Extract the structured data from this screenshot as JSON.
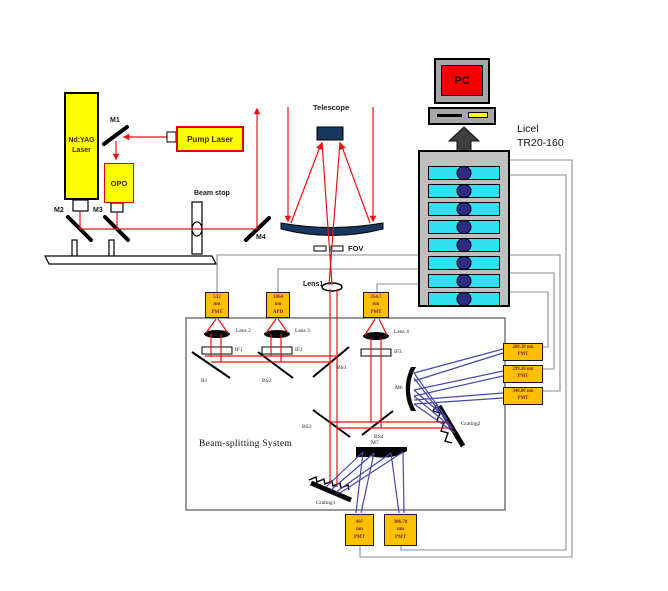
{
  "src": {
    "nd_yag": "Nd:YAG Laser",
    "pump": "Pump Laser",
    "opo": "OPO",
    "m1": "M1",
    "m2": "M2",
    "m3": "M3",
    "m4": "M4",
    "beam_stop": "Beam stop"
  },
  "rx": {
    "telescope": "Telescope",
    "fov": "FOV",
    "lens1": "Lens1"
  },
  "daq": {
    "pc": "PC",
    "licel_line1": "Licel",
    "licel_line2": "TR20-160",
    "module_count": 8
  },
  "bss": {
    "title": "Beam-splitting  System",
    "lens2": "Lens 2",
    "lens3": "Lens 3",
    "lens4": "Lens 4",
    "if1": "IF1",
    "if2": "IF2",
    "if3": "IF3",
    "r1": "R1",
    "bs1": "BS1",
    "bs2": "BS2",
    "bs3": "BS3",
    "bs4": "BS4",
    "m6": "M6",
    "m7": "M7",
    "grating1": "Grating1",
    "grating2": "Grating2"
  },
  "det": {
    "d532": {
      "l1": "532",
      "l2": "nm",
      "l3": "PMT"
    },
    "d1064": {
      "l1": "1064",
      "l2": "nm",
      "l3": "APD"
    },
    "d3547": {
      "l1": "354.7",
      "l2": "nm",
      "l3": "PMT"
    },
    "d28838": {
      "l1": "288.38 nm",
      "l2": "PMT"
    },
    "d29930": {
      "l1": "299.30 nm",
      "l2": "PMT"
    },
    "d34000": {
      "l1": "340.00 nm",
      "l2": "PMT"
    },
    "d407": {
      "l1": "407",
      "l2": "nm",
      "l3": "PMT"
    },
    "d38670": {
      "l1": "386.70",
      "l2": "nm",
      "l3": "PMT"
    }
  },
  "colors": {
    "laser_box": "#FFFF00",
    "detector_box": "#FFC000",
    "beam_red": "#EE1111",
    "beam_blue": "#4747AC",
    "wire_gray": "#8C8C8C",
    "telescope_navy": "#17375E",
    "rack_gray": "#BFBFBF",
    "module_cyan": "#2FE1F0",
    "knob_navy": "#2D2D86",
    "pc_screen_red": "#F40000"
  }
}
